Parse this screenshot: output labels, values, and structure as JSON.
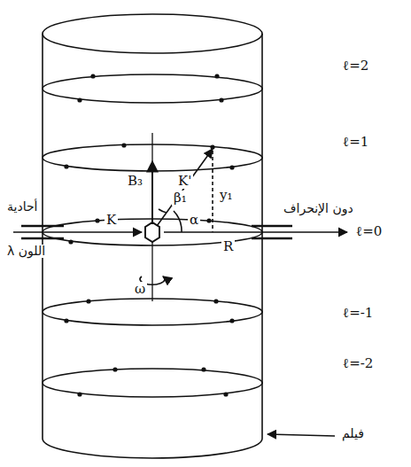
{
  "diagram": {
    "labels": [
      "ℓ=2",
      "ℓ=1",
      "ℓ=0",
      "ℓ=-1",
      "ℓ=-2",
      "أحادية",
      "λ اللون",
      "دون الإنحراف",
      "K'",
      "K",
      "B₃",
      "β₁",
      "y₁",
      "α",
      "R",
      "ω",
      "فيلم"
    ]
  }
}
